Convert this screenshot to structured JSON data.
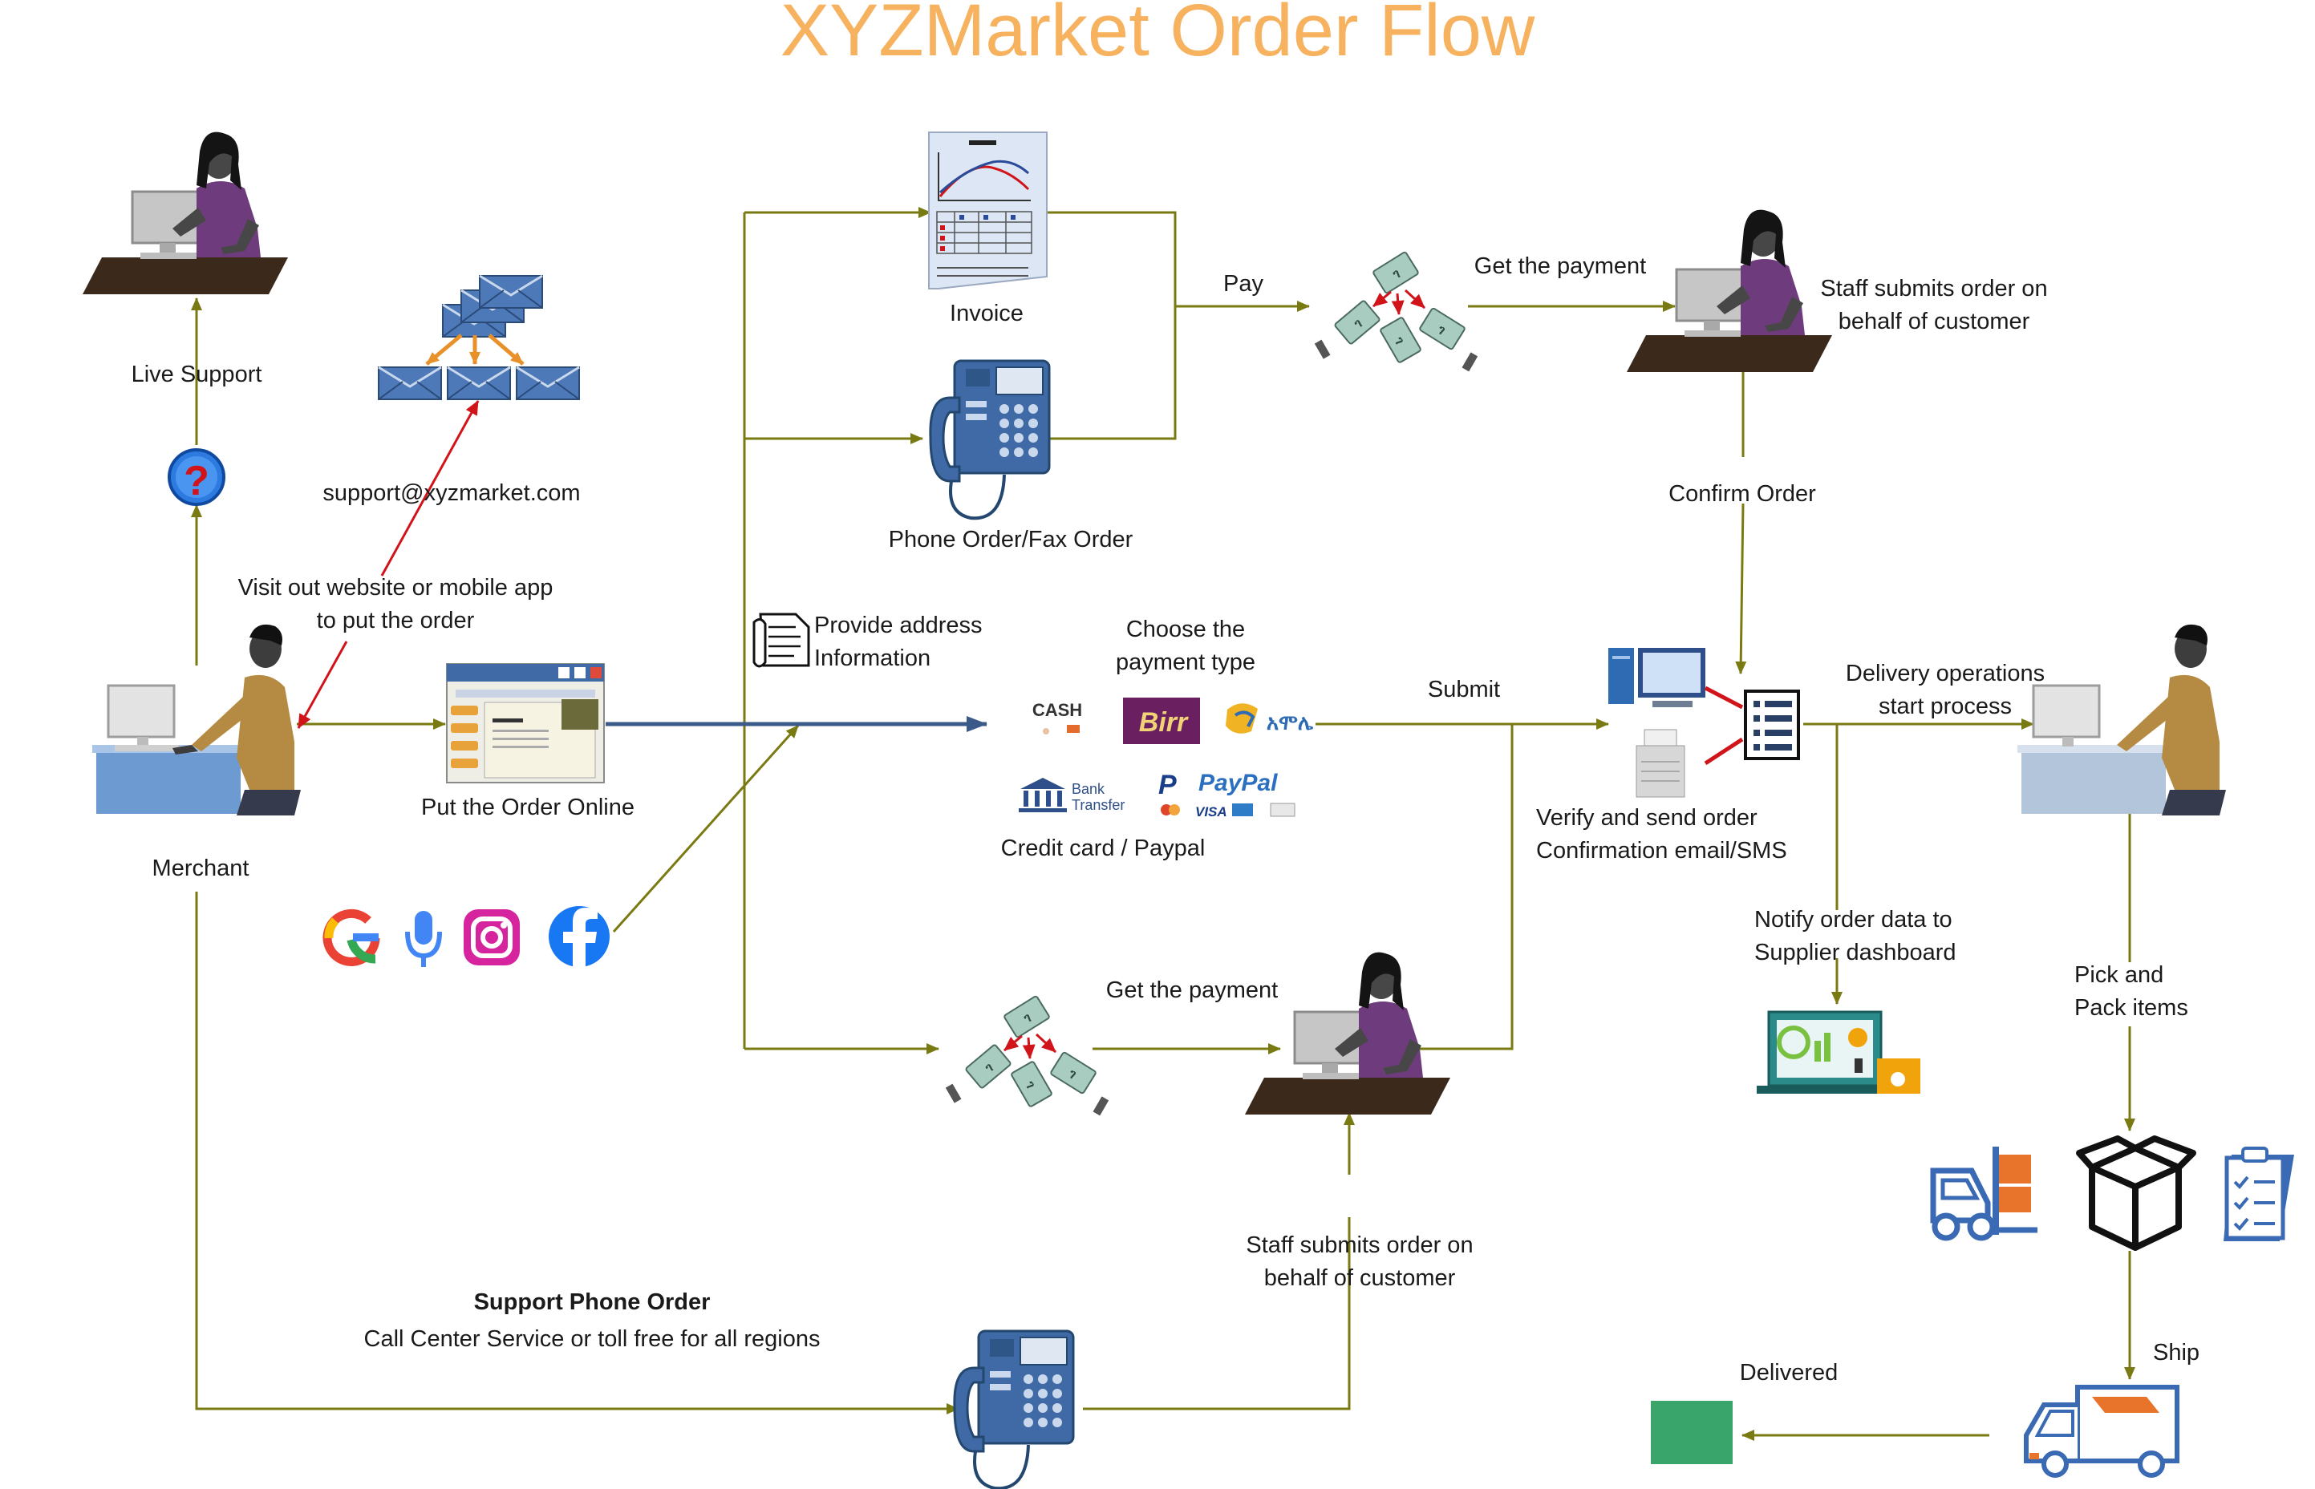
{
  "title": "XYZMarket Order Flow",
  "colors": {
    "connector": "#7a7a12",
    "highlight": "#d0141a",
    "main_flow": "#3a5a8a",
    "title": "#f6b25e",
    "delivered": "#3aa56a"
  },
  "labels": {
    "live_support": "Live Support",
    "support_email": "support@xyzmarket.com",
    "visit_website": "Visit out website or mobile app\nto put the order",
    "merchant": "Merchant",
    "put_order_online": "Put the Order Online",
    "invoice": "Invoice",
    "phone_fax_order": "Phone Order/Fax Order",
    "pay": "Pay",
    "get_payment_top": "Get the payment",
    "staff_submits_top": "Staff submits order on\nbehalf of customer",
    "confirm_order": "Confirm Order",
    "provide_address": "Provide address\nInformation",
    "choose_payment": "Choose the\npayment type",
    "credit_card_paypal": "Credit card / Paypal",
    "submit": "Submit",
    "verify_send": "Verify and send order\nConfirmation email/SMS",
    "delivery_ops": "Delivery operations\nstart process",
    "notify_supplier": "Notify order data to\nSupplier dashboard",
    "pick_pack": "Pick and\nPack items",
    "get_payment_bottom": "Get the payment",
    "staff_submits_bottom": "Staff submits order on\nbehalf of customer",
    "support_phone_title": "Support Phone Order",
    "support_phone_desc": "Call Center Service or toll free for all regions",
    "ship": "Ship",
    "delivered": "Delivered"
  },
  "payment_logos": {
    "cash": "CASH",
    "birr": "Birr",
    "amole": "አሞሌ",
    "bank_top": "Bank",
    "bank_bottom": "Transfer",
    "paypal": "PayPal",
    "visa": "VISA"
  },
  "icons": [
    "person-computer-icon",
    "help-icon",
    "email-icon",
    "browser-window-icon",
    "invoice-icon",
    "telephone-icon",
    "money-transfer-icon",
    "document-icon",
    "google-icon",
    "microphone-icon",
    "instagram-icon",
    "facebook-icon",
    "computer-server-icon",
    "list-icon",
    "dashboard-icon",
    "forklift-icon",
    "box-icon",
    "clipboard-icon",
    "truck-icon"
  ]
}
